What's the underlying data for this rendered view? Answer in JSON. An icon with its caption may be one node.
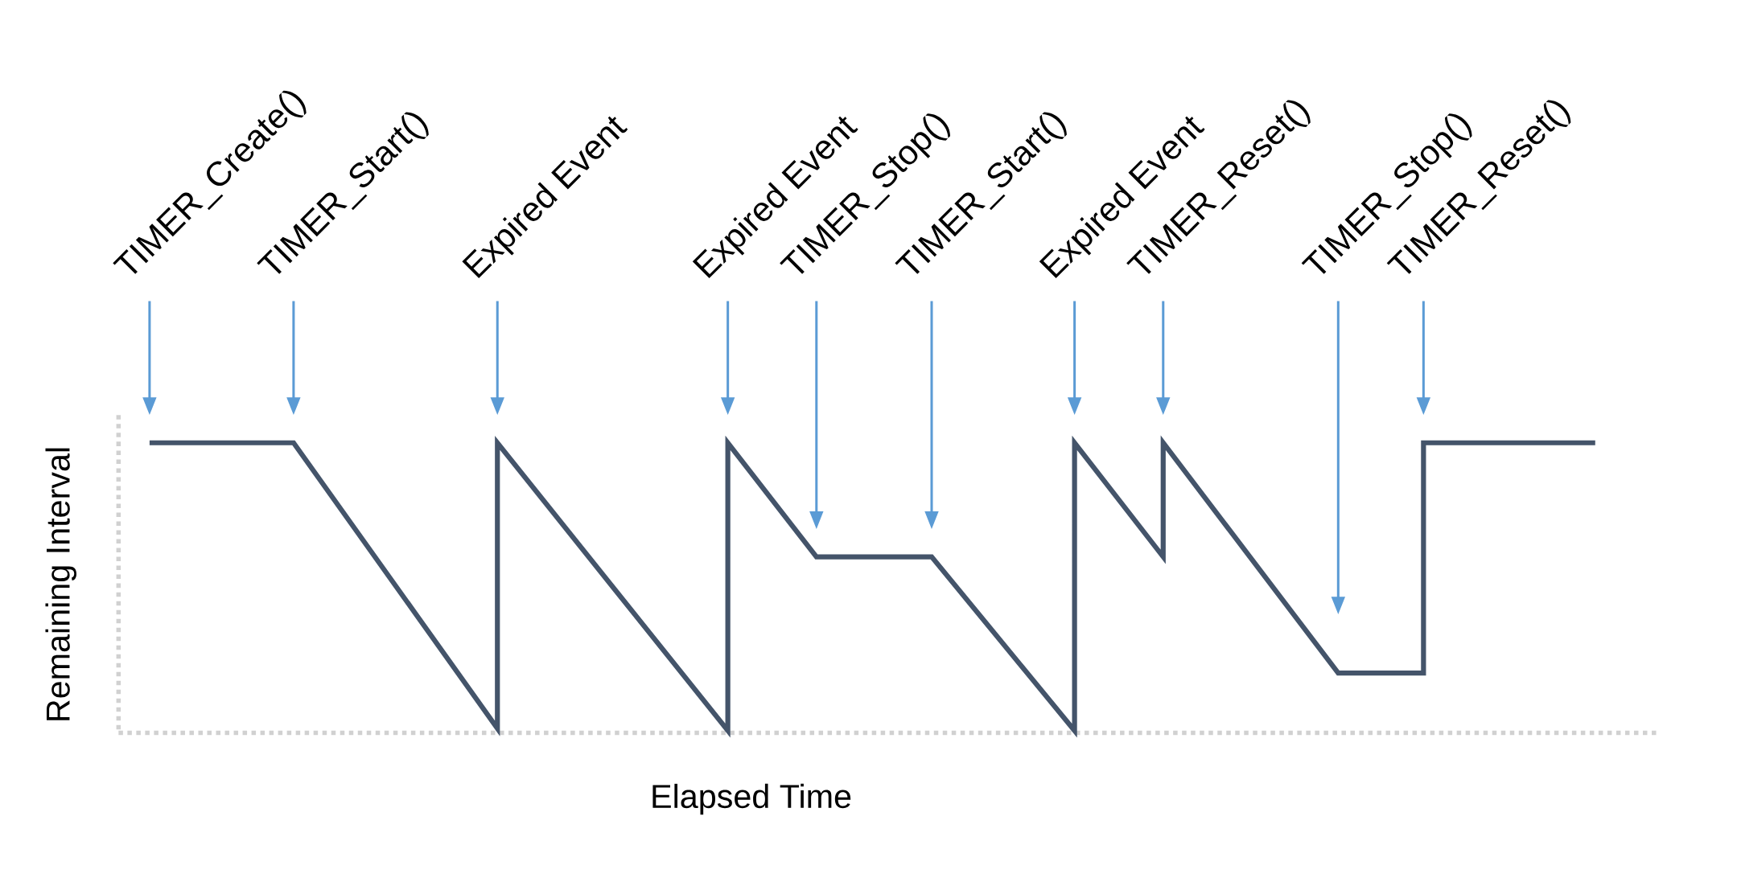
{
  "diagram": {
    "nodes": [
      {
        "text": [
          "TIMER_Create()"
        ]
      },
      {
        "text": [
          "TIMER_Start()"
        ]
      },
      {
        "text": [
          "Expired Event"
        ]
      },
      {
        "text": [
          "Expired Event"
        ]
      },
      {
        "text": [
          "TIMER_Stop()"
        ]
      },
      {
        "text": [
          "TIMER_Start()"
        ]
      },
      {
        "text": [
          "Expired Event"
        ]
      },
      {
        "text": [
          "TIMER_Reset()"
        ]
      },
      {
        "text": [
          "TIMER_Stop()"
        ]
      },
      {
        "text": [
          "TIMER_Reset()"
        ]
      }
    ],
    "edges": [
      {
        "from": 0,
        "to": null,
        "arrow": "to"
      },
      {
        "from": 1,
        "to": null,
        "arrow": "to"
      },
      {
        "from": 2,
        "to": null,
        "arrow": "to"
      },
      {
        "from": 3,
        "to": null,
        "arrow": "to"
      },
      {
        "from": 4,
        "to": null,
        "arrow": "to"
      },
      {
        "from": 5,
        "to": null,
        "arrow": "to"
      },
      {
        "from": 6,
        "to": null,
        "arrow": "to"
      },
      {
        "from": 7,
        "to": null,
        "arrow": "to"
      },
      {
        "from": 8,
        "to": null,
        "arrow": "to"
      },
      {
        "from": 9,
        "to": null,
        "arrow": "to"
      }
    ],
    "labels": [
      "Remaining Interval",
      "Elapsed Time"
    ]
  }
}
